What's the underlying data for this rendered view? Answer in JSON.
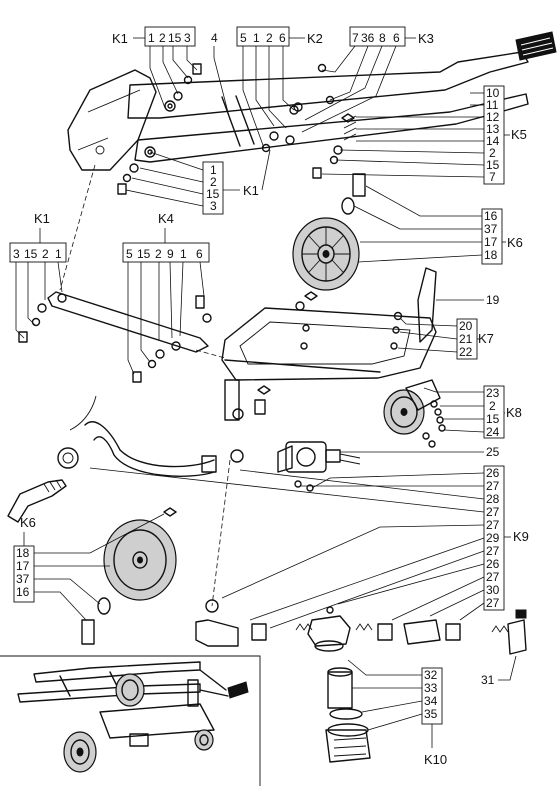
{
  "groups": {
    "K1": "K1",
    "K2": "K2",
    "K3": "K3",
    "K4": "K4",
    "K5": "K5",
    "K6": "K6",
    "K7": "K7",
    "K8": "K8",
    "K9": "K9",
    "K10": "K10"
  },
  "top_box_k1": [
    "1",
    "2",
    "15",
    "3"
  ],
  "top_box_k2": [
    "5",
    "1",
    "2",
    "6"
  ],
  "top_box_k3": [
    "7",
    "36",
    "8",
    "6"
  ],
  "label_4": "4",
  "mid_k1_items": [
    "1",
    "2",
    "15",
    "3"
  ],
  "k5_items": [
    "10",
    "11",
    "12",
    "13",
    "14",
    "2",
    "15",
    "7"
  ],
  "left_k1_box": [
    "3",
    "15",
    "2",
    "1"
  ],
  "k4_box": [
    "5",
    "15",
    "2",
    "9",
    "1",
    "6"
  ],
  "k6_right_items": [
    "16",
    "37",
    "17",
    "18"
  ],
  "label_19": "19",
  "k7_items": [
    "20",
    "21",
    "22"
  ],
  "k8_items": [
    "23",
    "2",
    "15",
    "24"
  ],
  "label_25": "25",
  "k9_items": [
    "26",
    "27",
    "28",
    "27",
    "27",
    "29",
    "27",
    "26",
    "27",
    "30",
    "27"
  ],
  "k6_left_items": [
    "18",
    "17",
    "37",
    "16"
  ],
  "label_31": "31",
  "k10_items": [
    "32",
    "33",
    "34",
    "35"
  ],
  "colors": {
    "ink": "#111111",
    "paper": "#ffffff",
    "rubber": "#cfcfcf"
  }
}
